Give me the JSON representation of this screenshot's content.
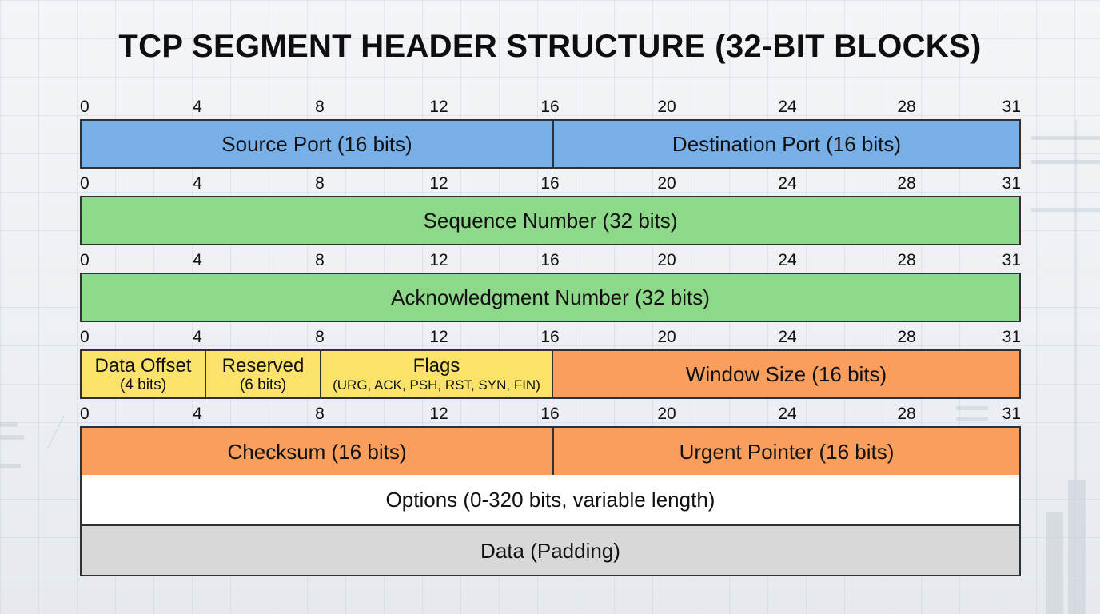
{
  "title": "TCP SEGMENT HEADER STRUCTURE (32-BIT BLOCKS)",
  "bit_ticks": [
    "0",
    "4",
    "8",
    "12",
    "16",
    "20",
    "24",
    "28",
    "31"
  ],
  "rows": [
    {
      "cells": [
        {
          "label": "Source Port (16 bits)",
          "bits": 16,
          "color": "#77afe6"
        },
        {
          "label": "Destination Port (16 bits)",
          "bits": 16,
          "color": "#77afe6"
        }
      ]
    },
    {
      "cells": [
        {
          "label": "Sequence Number (32 bits)",
          "bits": 32,
          "color": "#8ed88a"
        }
      ]
    },
    {
      "cells": [
        {
          "label": "Acknowledgment Number (32 bits)",
          "bits": 32,
          "color": "#8ed88a"
        }
      ]
    },
    {
      "cells": [
        {
          "label": "Data Offset",
          "sublabel": "(4 bits)",
          "bits": 4,
          "color": "#fbe26a"
        },
        {
          "label": "Reserved",
          "sublabel": "(6 bits)",
          "bits": 6,
          "color": "#fbe26a"
        },
        {
          "label": "Flags",
          "sublabel": "(URG, ACK, PSH, RST, SYN, FIN)",
          "bits": 6,
          "color": "#fbe26a"
        },
        {
          "label": "Window Size (16 bits)",
          "bits": 16,
          "color": "#f99e5c"
        }
      ]
    },
    {
      "cells": [
        {
          "label": "Checksum (16 bits)",
          "bits": 16,
          "color": "#f99e5c"
        },
        {
          "label": "Urgent Pointer (16 bits)",
          "bits": 16,
          "color": "#f99e5c"
        }
      ]
    }
  ],
  "options": {
    "label": "Options (0-320 bits, variable length)",
    "color": "#ffffff"
  },
  "data": {
    "label": "Data (Padding)",
    "color": "#d8d8d8"
  }
}
